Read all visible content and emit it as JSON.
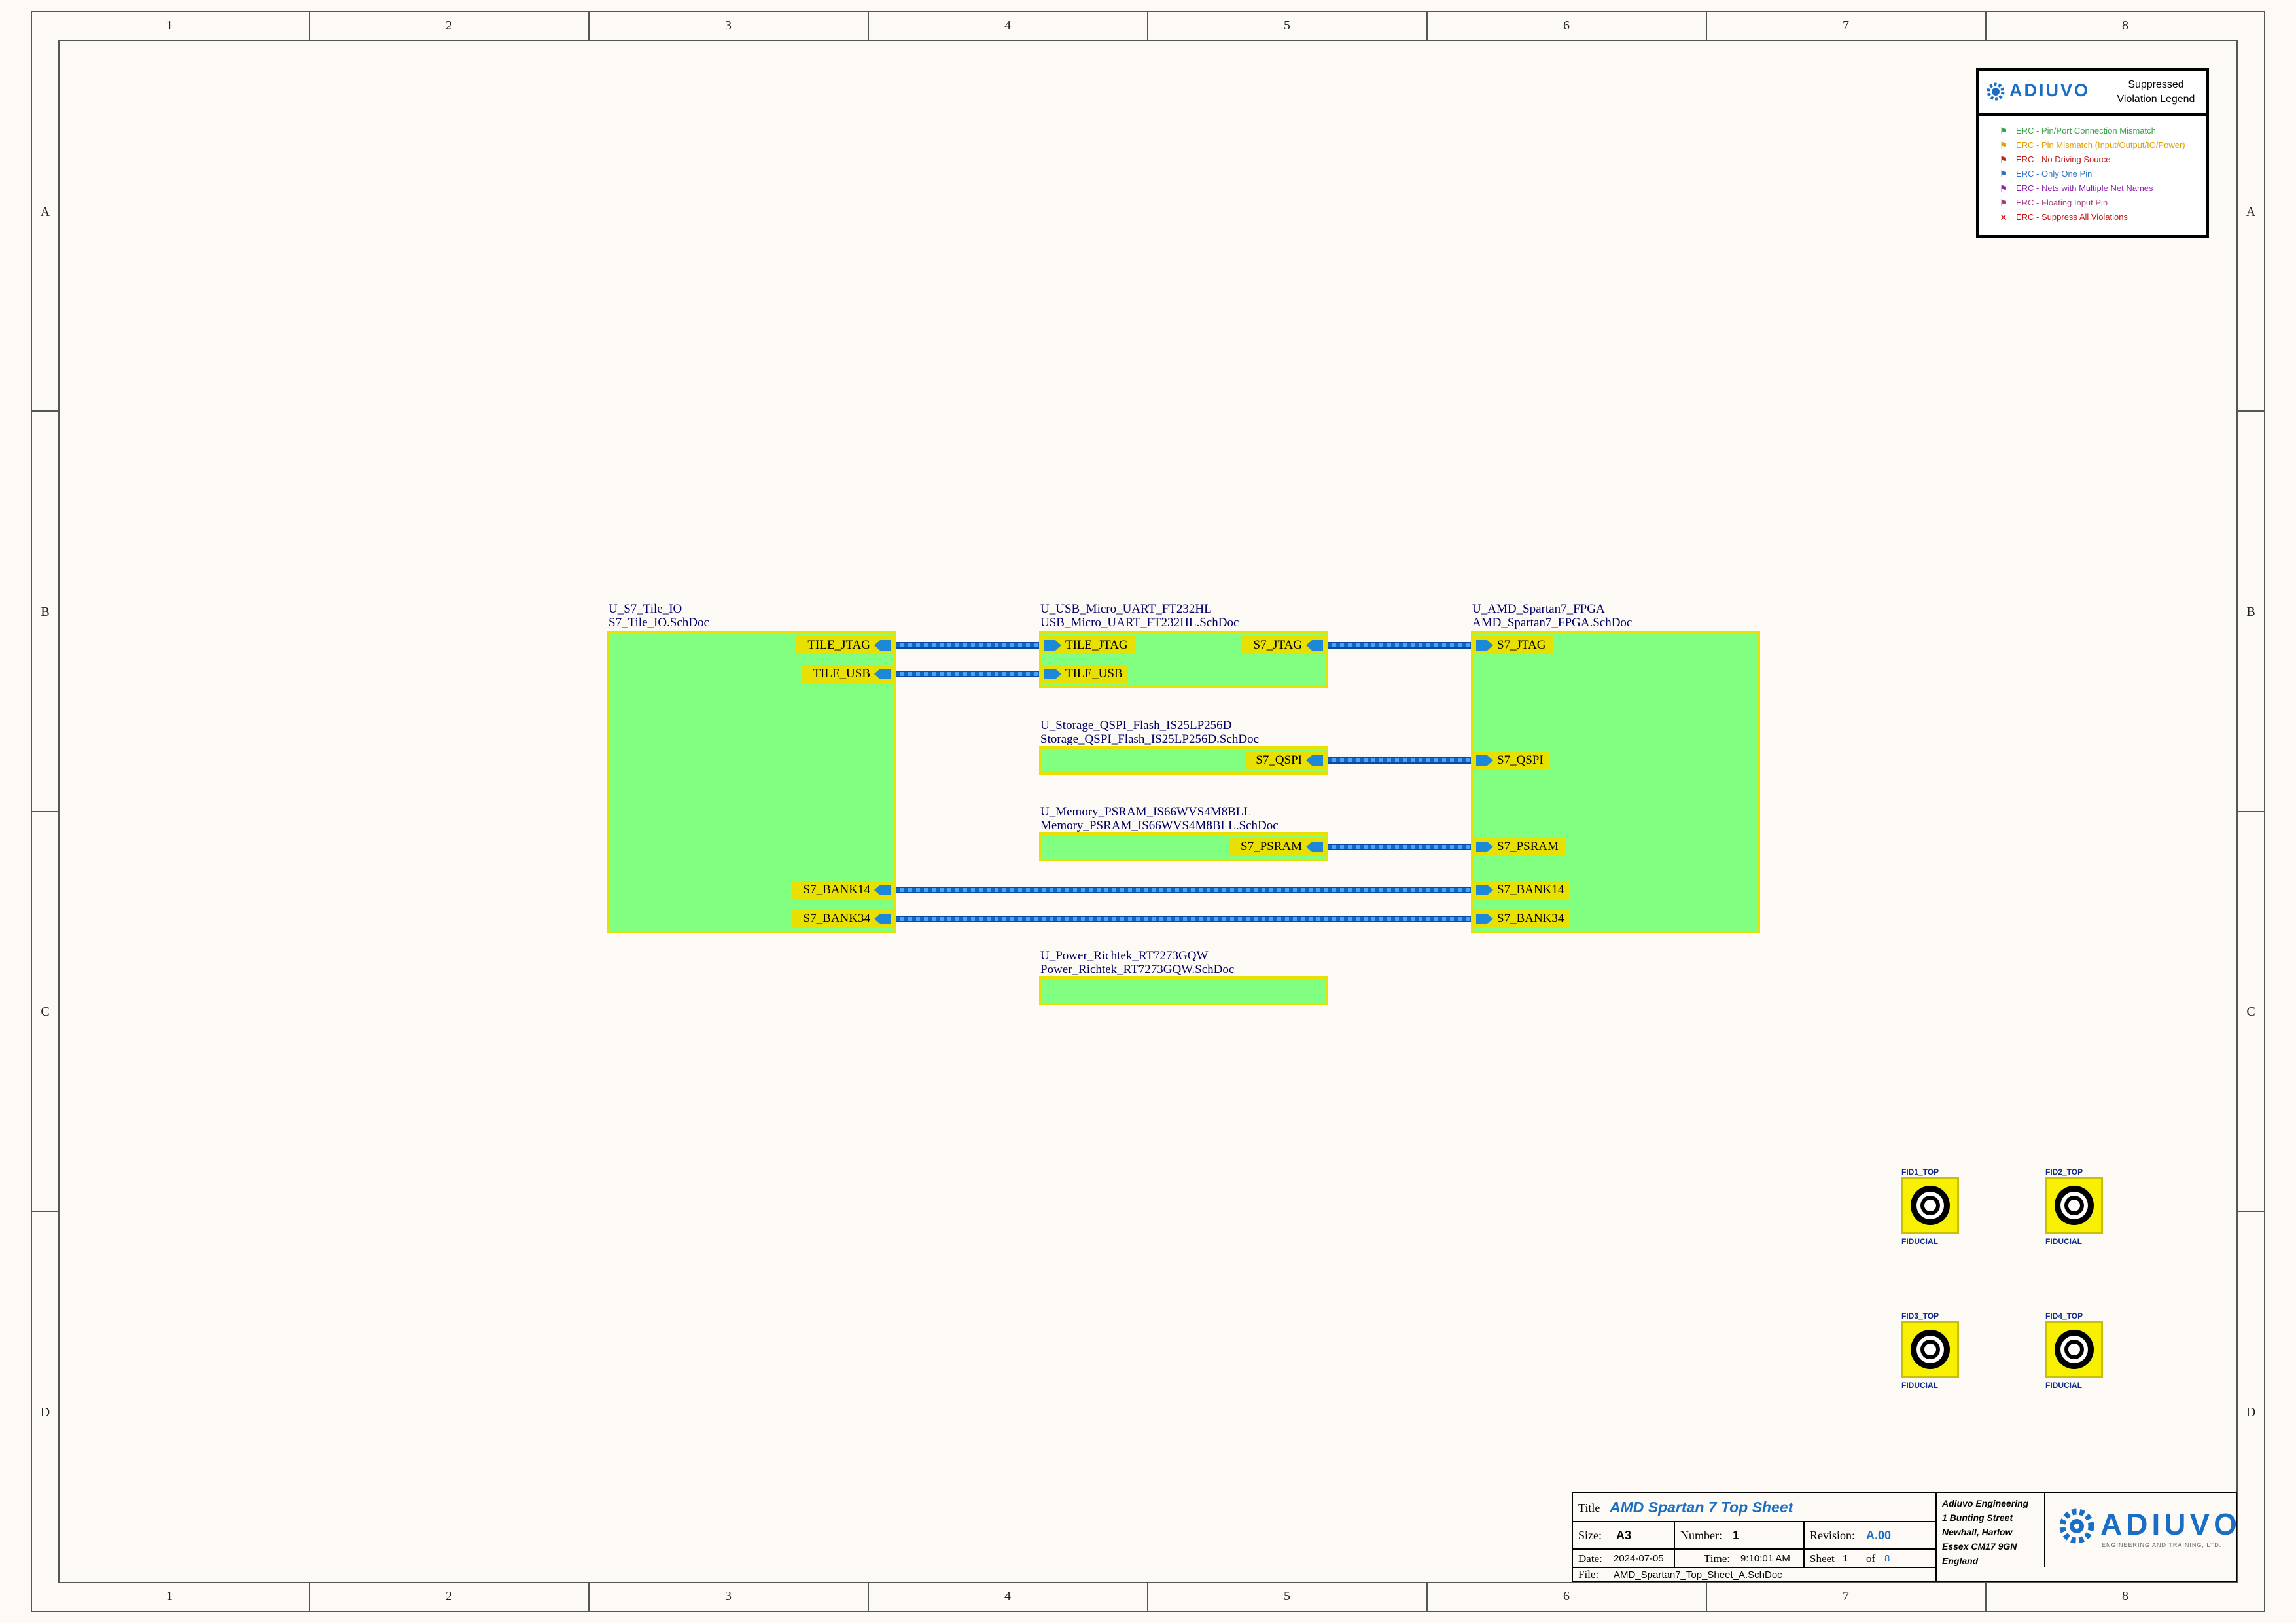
{
  "zones": {
    "columns": [
      "1",
      "2",
      "3",
      "4",
      "5",
      "6",
      "7",
      "8"
    ],
    "rows": [
      "A",
      "B",
      "C",
      "D"
    ]
  },
  "legend": {
    "logo_text": "ADIUVO",
    "title_line1": "Suppressed",
    "title_line2": "Violation Legend",
    "items": [
      {
        "label": "ERC - Pin/Port Connection Mismatch",
        "color": "#3aa04a",
        "icon": "flag-icon"
      },
      {
        "label": "ERC - Pin Mismatch (Input/Output/IO/Power)",
        "color": "#e0a000",
        "icon": "flag-icon"
      },
      {
        "label": "ERC - No Driving Source",
        "color": "#c02020",
        "icon": "flag-icon"
      },
      {
        "label": "ERC - Only One Pin",
        "color": "#3070c0",
        "icon": "flag-icon"
      },
      {
        "label": "ERC - Nets with Multiple Net Names",
        "color": "#9020b0",
        "icon": "flag-icon"
      },
      {
        "label": "ERC - Floating Input Pin",
        "color": "#a04080",
        "icon": "flag-icon"
      },
      {
        "label": "ERC - Suppress All Violations",
        "color": "#d01010",
        "icon": "cross-icon"
      }
    ]
  },
  "sheets": {
    "tile_io": {
      "designator": "U_S7_Tile_IO",
      "filename": "S7_Tile_IO.SchDoc",
      "ports": [
        "TILE_JTAG",
        "TILE_USB",
        "S7_BANK14",
        "S7_BANK34"
      ]
    },
    "usb_uart": {
      "designator": "U_USB_Micro_UART_FT232HL",
      "filename": "USB_Micro_UART_FT232HL.SchDoc",
      "ports": [
        "TILE_JTAG",
        "TILE_USB",
        "S7_JTAG"
      ]
    },
    "qspi": {
      "designator": "U_Storage_QSPI_Flash_IS25LP256D",
      "filename": "Storage_QSPI_Flash_IS25LP256D.SchDoc",
      "ports": [
        "S7_QSPI"
      ]
    },
    "psram": {
      "designator": "U_Memory_PSRAM_IS66WVS4M8BLL",
      "filename": "Memory_PSRAM_IS66WVS4M8BLL.SchDoc",
      "ports": [
        "S7_PSRAM"
      ]
    },
    "power": {
      "designator": "U_Power_Richtek_RT7273GQW",
      "filename": "Power_Richtek_RT7273GQW.SchDoc"
    },
    "fpga": {
      "designator": "U_AMD_Spartan7_FPGA",
      "filename": "AMD_Spartan7_FPGA.SchDoc",
      "ports": [
        "S7_JTAG",
        "S7_QSPI",
        "S7_PSRAM",
        "S7_BANK14",
        "S7_BANK34"
      ]
    }
  },
  "fiducials": [
    {
      "designator": "FID1_TOP",
      "comment": "FIDUCIAL"
    },
    {
      "designator": "FID2_TOP",
      "comment": "FIDUCIAL"
    },
    {
      "designator": "FID3_TOP",
      "comment": "FIDUCIAL"
    },
    {
      "designator": "FID4_TOP",
      "comment": "FIDUCIAL"
    }
  ],
  "title_block": {
    "title_label": "Title",
    "title": "AMD Spartan 7 Top Sheet",
    "size_label": "Size:",
    "size": "A3",
    "number_label": "Number:",
    "number": "1",
    "revision_label": "Revision:",
    "revision": "A.00",
    "date_label": "Date:",
    "date": "2024-07-05",
    "time_label": "Time:",
    "time": "9:10:01 AM",
    "sheet_label": "Sheet",
    "sheet": "1",
    "of_label": "of",
    "of": "8",
    "file_label": "File:",
    "file": "AMD_Spartan7_Top_Sheet_A.SchDoc",
    "address": [
      "Adiuvo Engineering",
      "1 Bunting Street",
      "Newhall, Harlow",
      "Essex CM17 9GN",
      "England"
    ],
    "logo_text": "ADIUVO",
    "logo_tagline": "ENGINEERING AND TRAINING, LTD."
  },
  "colors": {
    "sheet_fill": "#80ff80",
    "sheet_border": "#e8e000",
    "wire": "#1e88d8",
    "title_blue": "#1a6fc4"
  }
}
